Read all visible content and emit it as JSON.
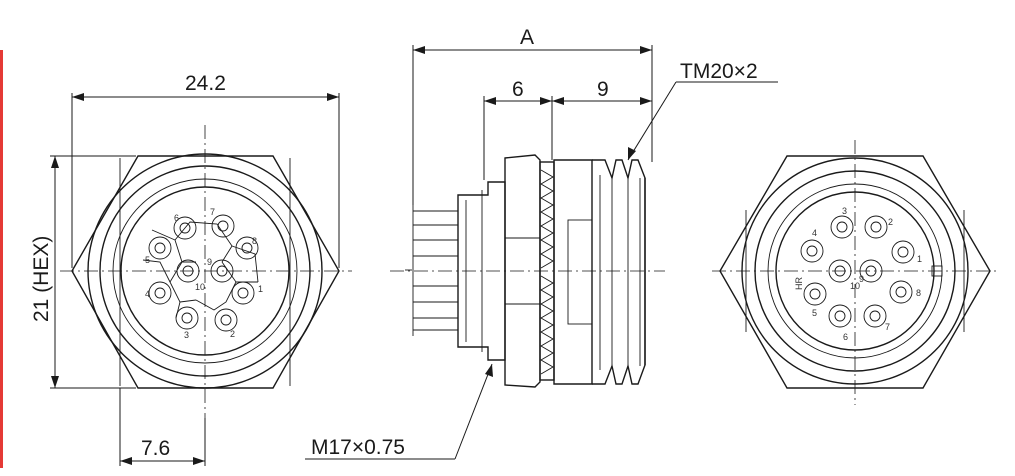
{
  "accent_color": "#e53935",
  "line_color": "#1a1a1a",
  "dimensions": {
    "width": "24.2",
    "hex_height": "21 (HEX)",
    "offset": "7.6",
    "total_length": "A",
    "flange_length": "6",
    "thread_length": "9",
    "thread_spec": "TM20×2",
    "nut_thread_spec": "M17×0.75"
  },
  "front_view_pins": [
    "1",
    "2",
    "3",
    "4",
    "5",
    "6",
    "7",
    "8",
    "9",
    "10"
  ],
  "rear_view_pins": [
    "1",
    "2",
    "3",
    "4",
    "5",
    "6",
    "7",
    "8",
    "9",
    "10"
  ]
}
